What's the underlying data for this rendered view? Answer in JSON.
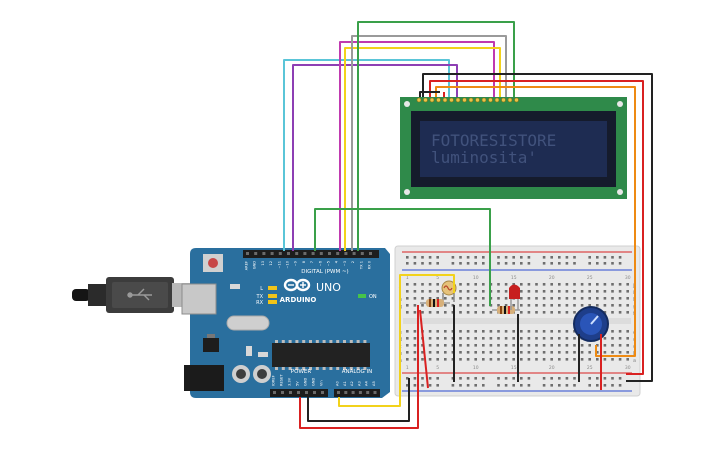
{
  "lcd": {
    "line1": "FOTORESISTORE",
    "line2": "luminosita'"
  },
  "arduino": {
    "brand": "ARDUINO",
    "model": "UNO",
    "on_label": "ON",
    "led_l": "L",
    "led_tx": "TX",
    "led_rx": "RX",
    "digital_label": "DIGITAL (PWM ~)",
    "power_label": "POWER",
    "analog_label": "ANALOG IN",
    "digital_pins": [
      "AREF",
      "GND",
      "13",
      "12",
      "~11",
      "~10",
      "~9",
      "8",
      "7",
      "~6",
      "~5",
      "4",
      "~3",
      "2",
      "TX 1",
      "RX 0"
    ],
    "power_pins": [
      "IOREF",
      "RESET",
      "3.3V",
      "5V",
      "GND",
      "GND",
      "Vin"
    ],
    "analog_pins": [
      "A0",
      "A1",
      "A2",
      "A3",
      "A4",
      "A5"
    ]
  },
  "breadboard": {
    "row_letters_top": [
      "j",
      "i",
      "h",
      "g",
      "f"
    ],
    "row_letters_bottom": [
      "e",
      "d",
      "c",
      "b",
      "a"
    ],
    "column_numbers": [
      "1",
      "5",
      "10",
      "15",
      "20",
      "25",
      "30"
    ]
  },
  "colors": {
    "arduino_blue": "#2a6f9e",
    "lcd_green": "#2f8a4a",
    "lcd_screen": "#1e2c52",
    "lcd_text": "#41527c",
    "wire_red": "#d92121",
    "wire_black": "#222222",
    "wire_yellow": "#f2d21b",
    "wire_green": "#3aa04a",
    "wire_orange": "#ee8a13",
    "wire_purple": "#8d3fb4",
    "wire_magenta": "#c03ab0",
    "wire_cyan": "#5ac5d8",
    "wire_gray": "#9a9a9a"
  }
}
